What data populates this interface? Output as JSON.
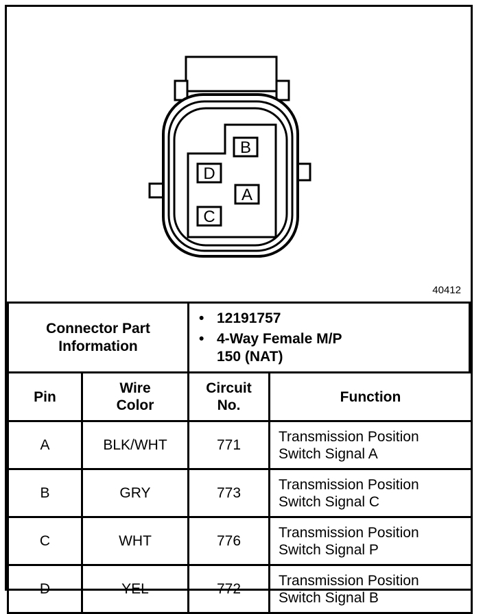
{
  "figure": {
    "number": "40412",
    "connector_pins": [
      "B",
      "D",
      "A",
      "C"
    ]
  },
  "connector_info": {
    "label_line1": "Connector Part",
    "label_line2": "Information",
    "bullet_symbol": "•",
    "part_number": "12191757",
    "description_line1": "4-Way Female M/P",
    "description_line2": "150 (NAT)"
  },
  "table": {
    "headers": {
      "pin": "Pin",
      "wire_color_1": "Wire",
      "wire_color_2": "Color",
      "circuit_1": "Circuit",
      "circuit_2": "No.",
      "function": "Function"
    },
    "rows": [
      {
        "pin": "A",
        "wire_color": "BLK/WHT",
        "circuit": "771",
        "function_1": "Transmission Position",
        "function_2": "Switch Signal A"
      },
      {
        "pin": "B",
        "wire_color": "GRY",
        "circuit": "773",
        "function_1": "Transmission Position",
        "function_2": "Switch Signal C"
      },
      {
        "pin": "C",
        "wire_color": "WHT",
        "circuit": "776",
        "function_1": "Transmission Position",
        "function_2": "Switch Signal P"
      },
      {
        "pin": "D",
        "wire_color": "YEL",
        "circuit": "772",
        "function_1": "Transmission Position",
        "function_2": "Switch Signal B"
      }
    ]
  }
}
